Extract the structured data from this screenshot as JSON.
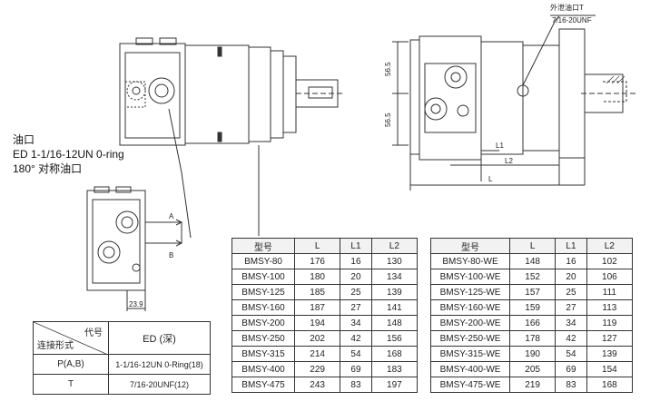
{
  "port_note": {
    "line1": "油口",
    "line2": "ED 1-1/16-12UN 0-ring",
    "line3": "180° 对称油口"
  },
  "drawing_labels": {
    "drain_port": "外泄油口T",
    "drain_thread": "7/16-20UNF",
    "dim_56_5_top": "56.5",
    "dim_56_5_bottom": "56.5",
    "dim_L1": "L1",
    "dim_L2": "L2",
    "dim_L": "L",
    "dim_23_9": "23.9",
    "port_A": "A",
    "port_B": "B"
  },
  "connection_table": {
    "header_diag_top": "代号",
    "header_diag_bottom": "连接形式",
    "header_col": "ED (深)",
    "rows": [
      {
        "code": "P(A,B)",
        "value": "1-1/16-12UN 0-Ring(18)"
      },
      {
        "code": "T",
        "value": "7/16-20UNF(12)"
      }
    ]
  },
  "table_left": {
    "headers": [
      "型号",
      "L",
      "L1",
      "L2"
    ],
    "rows": [
      [
        "BMSY-80",
        "176",
        "16",
        "130"
      ],
      [
        "BMSY-100",
        "180",
        "20",
        "134"
      ],
      [
        "BMSY-125",
        "185",
        "25",
        "139"
      ],
      [
        "BMSY-160",
        "187",
        "27",
        "141"
      ],
      [
        "BMSY-200",
        "194",
        "34",
        "148"
      ],
      [
        "BMSY-250",
        "202",
        "42",
        "156"
      ],
      [
        "BMSY-315",
        "214",
        "54",
        "168"
      ],
      [
        "BMSY-400",
        "229",
        "69",
        "183"
      ],
      [
        "BMSY-475",
        "243",
        "83",
        "197"
      ]
    ]
  },
  "table_right": {
    "headers": [
      "型号",
      "L",
      "L1",
      "L2"
    ],
    "rows": [
      [
        "BMSY-80-WE",
        "148",
        "16",
        "102"
      ],
      [
        "BMSY-100-WE",
        "152",
        "20",
        "106"
      ],
      [
        "BMSY-125-WE",
        "157",
        "25",
        "111"
      ],
      [
        "BMSY-160-WE",
        "159",
        "27",
        "113"
      ],
      [
        "BMSY-200-WE",
        "166",
        "34",
        "119"
      ],
      [
        "BMSY-250-WE",
        "178",
        "42",
        "127"
      ],
      [
        "BMSY-315-WE",
        "190",
        "54",
        "139"
      ],
      [
        "BMSY-400-WE",
        "205",
        "69",
        "154"
      ],
      [
        "BMSY-475-WE",
        "219",
        "83",
        "168"
      ]
    ]
  }
}
